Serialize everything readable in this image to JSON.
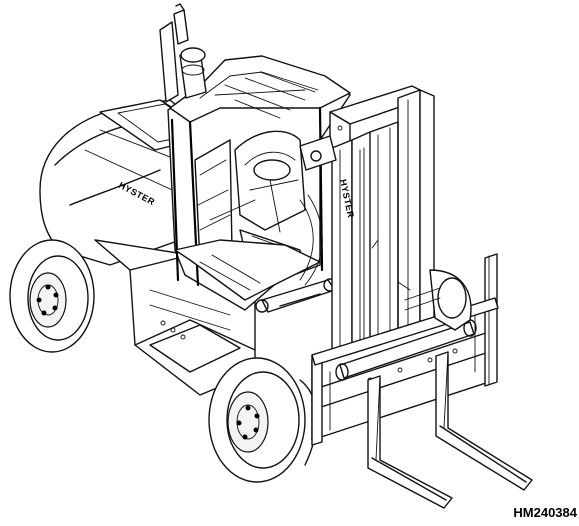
{
  "figure": {
    "reference_code": "HM240384",
    "brand_marks": [
      "HYSTER",
      "HYSTER"
    ]
  },
  "icons": {
    "forklift": "forklift-line-drawing"
  }
}
